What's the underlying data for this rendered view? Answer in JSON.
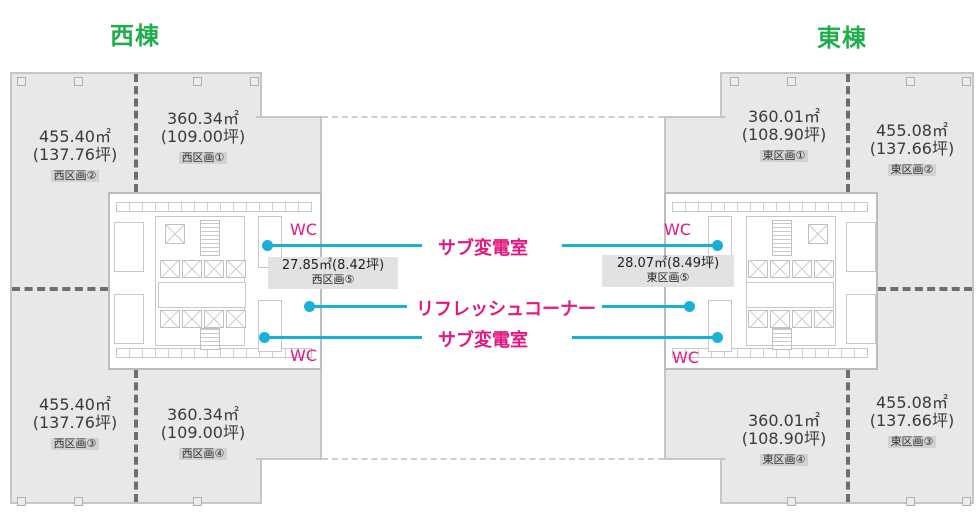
{
  "buildings": {
    "west": {
      "title": "西棟"
    },
    "east": {
      "title": "東棟"
    }
  },
  "sections": {
    "west_1": {
      "sqm": "360.34㎡",
      "tsubo": "(109.00坪)",
      "label": "西区画①"
    },
    "west_2": {
      "sqm": "455.40㎡",
      "tsubo": "(137.76坪)",
      "label": "西区画②"
    },
    "west_3": {
      "sqm": "455.40㎡",
      "tsubo": "(137.76坪)",
      "label": "西区画③"
    },
    "west_4": {
      "sqm": "360.34㎡",
      "tsubo": "(109.00坪)",
      "label": "西区画④"
    },
    "west_5": {
      "sqm": "27.85㎡(8.42坪)",
      "label": "西区画⑤"
    },
    "east_1": {
      "sqm": "360.01㎡",
      "tsubo": "(108.90坪)",
      "label": "東区画①"
    },
    "east_2": {
      "sqm": "455.08㎡",
      "tsubo": "(137.66坪)",
      "label": "東区画②"
    },
    "east_3": {
      "sqm": "455.08㎡",
      "tsubo": "(137.66坪)",
      "label": "東区画③"
    },
    "east_4": {
      "sqm": "360.01㎡",
      "tsubo": "(108.90坪)",
      "label": "東区画④"
    },
    "east_5": {
      "sqm": "28.07㎡(8.49坪)",
      "label": "東区画⑤"
    }
  },
  "facilities": {
    "wc": "WC",
    "substation_top": "サブ変電室",
    "refresh_corner": "リフレッシュコーナー",
    "substation_bottom": "サブ変電室"
  },
  "colors": {
    "building_title": "#1fae4b",
    "facility_label": "#e5177f",
    "leader_line": "#19b0d8",
    "rentable_area": "#e8e8e8"
  }
}
